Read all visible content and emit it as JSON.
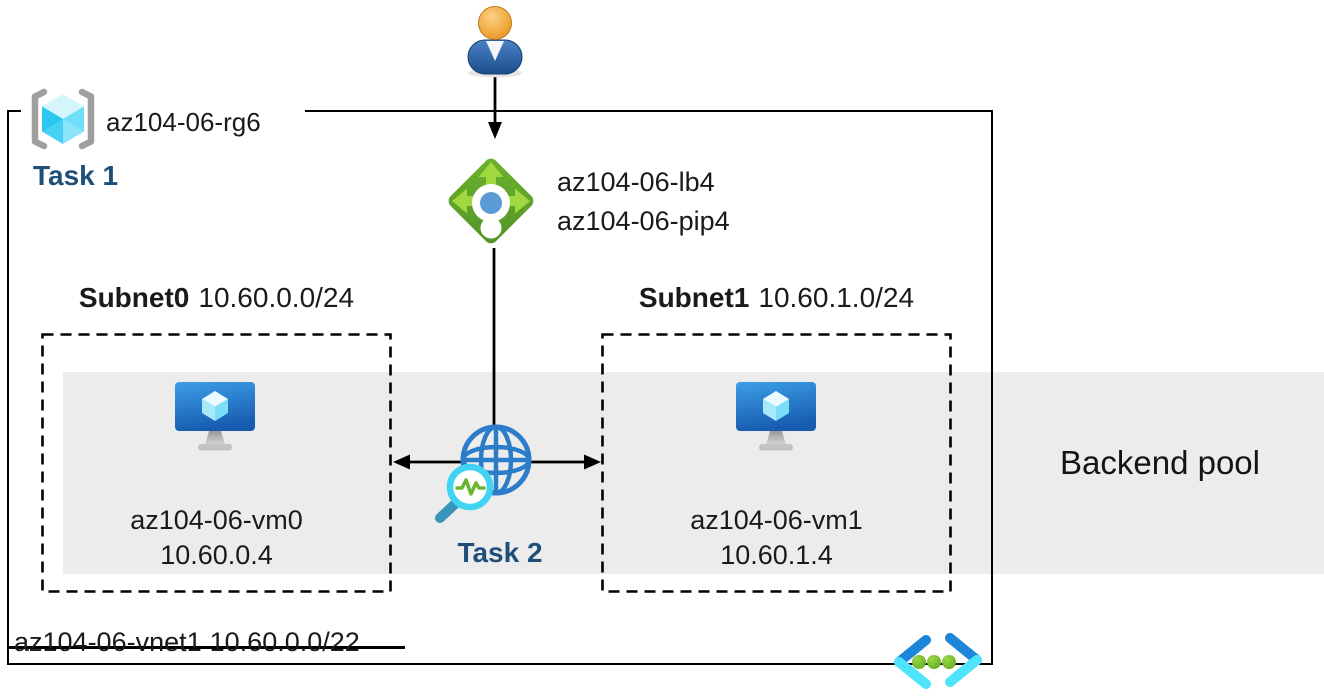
{
  "resource_group": {
    "label": "az104-06-rg6",
    "task": "Task 1"
  },
  "load_balancer": {
    "name": "az104-06-lb4",
    "public_ip": "az104-06-pip4"
  },
  "subnet0": {
    "name": "Subnet0",
    "cidr": "10.60.0.0/24",
    "vm_name": "az104-06-vm0",
    "vm_ip": "10.60.0.4"
  },
  "subnet1": {
    "name": "Subnet1",
    "cidr": "10.60.1.0/24",
    "vm_name": "az104-06-vm1",
    "vm_ip": "10.60.1.4"
  },
  "task2_label": "Task 2",
  "backend_pool_label": "Backend pool",
  "vnet": {
    "name": "az104-06-vnet1",
    "cidr": "10.60.0.0/22"
  },
  "icons": {
    "user": "user-icon",
    "load_balancer": "load-balancer-icon",
    "resource_group": "resource-group-brackets-cube-icon",
    "virtual_machine": "vm-monitor-icon",
    "network_test": "globe-magnifier-icon",
    "virtual_network": "vnet-angle-brackets-icon"
  },
  "colors": {
    "task_text": "#1f4e79",
    "backend_pool_band": "#ececec",
    "diagram_line": "#000000",
    "lb_diamond_green": "#61a52c",
    "lb_arrow_green": "#a2d83f",
    "lb_dot_blue": "#5b9bd5",
    "vm_screen_blue": "#2383d6",
    "cube_cyan": "#50e6ff",
    "vnet_bracket_dark": "#1e86d8",
    "vnet_bracket_light": "#4fe3fc",
    "vnet_dot_green": "#6fb52c",
    "user_head_orange": "#eba53c",
    "user_body_blue": "#2d5f9f"
  }
}
